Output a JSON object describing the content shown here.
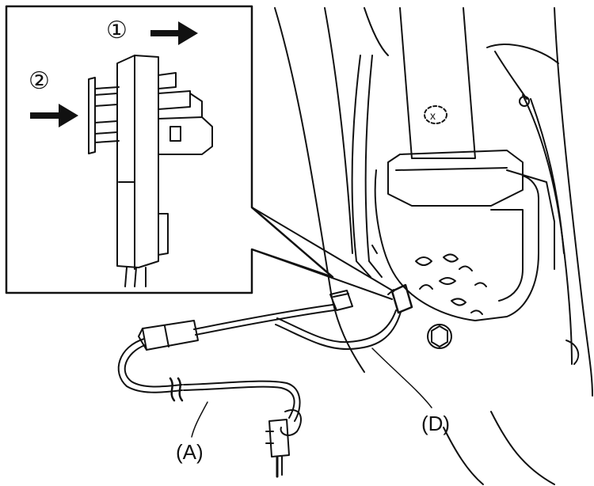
{
  "diagram": {
    "step_markers": {
      "first": "①",
      "second": "②"
    },
    "callouts": {
      "harness": "(A)",
      "connector": "(D)"
    }
  }
}
